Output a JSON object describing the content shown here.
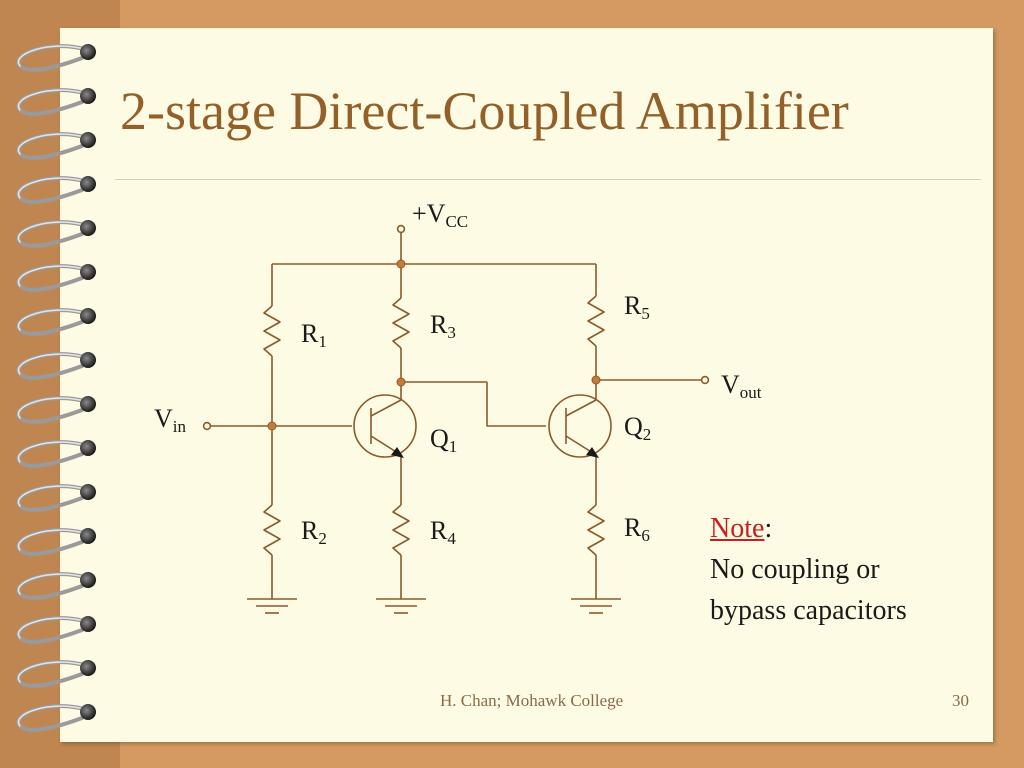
{
  "slide": {
    "title": "2-stage Direct-Coupled Amplifier",
    "footer_credit": "H. Chan; Mohawk College",
    "page_number": "30"
  },
  "circuit": {
    "supply": {
      "main": "+V",
      "sub": "CC"
    },
    "input": {
      "main": "V",
      "sub": "in"
    },
    "output": {
      "main": "V",
      "sub": "out"
    },
    "resistors": [
      {
        "main": "R",
        "sub": "1"
      },
      {
        "main": "R",
        "sub": "2"
      },
      {
        "main": "R",
        "sub": "3"
      },
      {
        "main": "R",
        "sub": "4"
      },
      {
        "main": "R",
        "sub": "5"
      },
      {
        "main": "R",
        "sub": "6"
      }
    ],
    "transistors": [
      {
        "main": "Q",
        "sub": "1"
      },
      {
        "main": "Q",
        "sub": "2"
      }
    ]
  },
  "note": {
    "heading": "Note",
    "colon": ":",
    "line1": "No coupling or",
    "line2": "bypass capacitors"
  },
  "colors": {
    "background": "#d49a62",
    "page": "#fdfbe3",
    "title": "#94602a",
    "note_heading": "#c81e1e",
    "wire": "#8b5a2b"
  }
}
